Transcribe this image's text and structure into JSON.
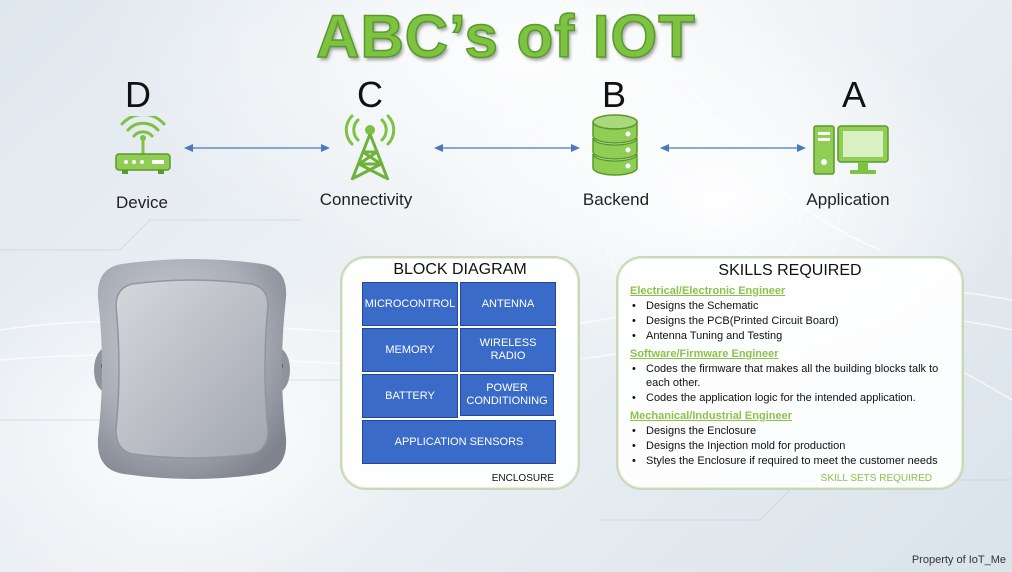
{
  "title": "ABC’s of IOT",
  "stages": [
    {
      "letter": "D",
      "label": "Device",
      "icon": "router-icon"
    },
    {
      "letter": "C",
      "label": "Connectivity",
      "icon": "cell-tower-icon"
    },
    {
      "letter": "B",
      "label": "Backend",
      "icon": "database-icon"
    },
    {
      "letter": "A",
      "label": "Application",
      "icon": "desktop-computer-icon"
    }
  ],
  "colors": {
    "accent_green": "#7ec242",
    "block_blue": "#3b6bc9",
    "arrow_blue": "#4a78c2"
  },
  "block_diagram": {
    "title": "BLOCK DIAGRAM",
    "blocks": [
      "MICROCONTROL",
      "ANTENNA",
      "MEMORY",
      "WIRELESS RADIO",
      "BATTERY",
      "POWER CONDITIONING",
      "APPLICATION SENSORS"
    ],
    "enclosure_label": "ENCLOSURE"
  },
  "skills": {
    "title": "SKILLS REQUIRED",
    "roles": [
      {
        "name": "Electrical/Electronic Engineer",
        "items": [
          "Designs the Schematic",
          "Designs the PCB(Printed Circuit Board)",
          "Antenna Tuning and Testing"
        ]
      },
      {
        "name": "Software/Firmware Engineer",
        "items": [
          "Codes the firmware that makes all the building blocks talk to each other.",
          "Codes the application logic for the intended application."
        ]
      },
      {
        "name": "Mechanical/Industrial Engineer",
        "items": [
          "Designs the Enclosure",
          "Designs the Injection mold for production",
          "Styles the Enclosure if required to meet the customer needs"
        ]
      }
    ],
    "footer": "SKILL SETS REQUIRED"
  },
  "property": "Property of IoT_Me"
}
